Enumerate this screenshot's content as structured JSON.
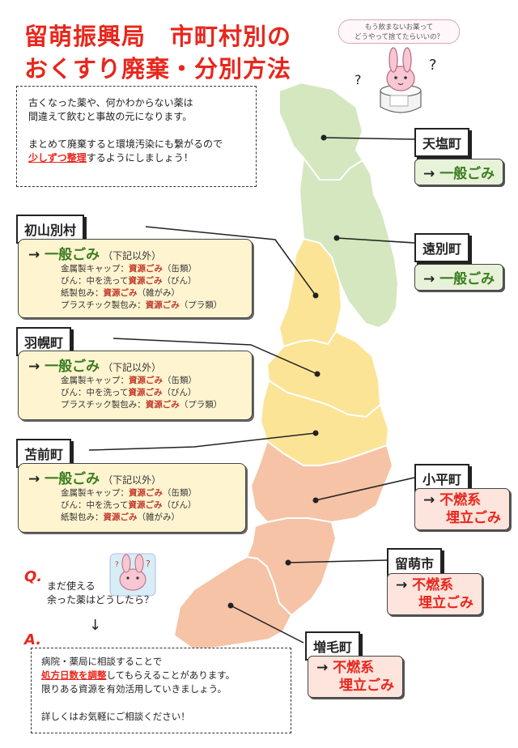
{
  "header": {
    "title_line1": "留萌振興局　市町村別の",
    "title_line2": "おくすり廃棄・分別方法"
  },
  "bubble": {
    "line1": "もう飲まないお薬って",
    "line2": "どうやって捨てたらいいの？"
  },
  "intro": {
    "line1": "古くなった薬や、何かわからない薬は",
    "line2": "間違えて飲むと事故の元になります。",
    "line3": "まとめて廃棄すると環境汚染にも繋がるので",
    "line4_highlight": "少しずつ整理",
    "line4_rest": "するようにしましょう！"
  },
  "arrow_symbol": "→",
  "towns": {
    "teshio": {
      "name": "天塩町",
      "result": "一般ごみ"
    },
    "enbetsu": {
      "name": "遠別町",
      "result": "一般ごみ"
    },
    "shosanbetsu": {
      "name": "初山別村",
      "result": "一般ごみ",
      "note": "（下記以外）",
      "rows": [
        {
          "label": "金属製キャップ：",
          "hl": "資源ごみ",
          "tail": "（缶類）"
        },
        {
          "label": "びん：中を洗って",
          "hl": "資源ごみ",
          "tail": "（びん）"
        },
        {
          "label": "紙製包み：",
          "hl": "資源ごみ",
          "tail": "（雑がみ）"
        },
        {
          "label": "プラスチック製包み：",
          "hl": "資源ごみ",
          "tail": "（プラ類）"
        }
      ]
    },
    "haboro": {
      "name": "羽幌町",
      "result": "一般ごみ",
      "note": "（下記以外）",
      "rows": [
        {
          "label": "金属製キャップ：",
          "hl": "資源ごみ",
          "tail": "（缶類）"
        },
        {
          "label": "びん：中を洗って",
          "hl": "資源ごみ",
          "tail": "（びん）"
        },
        {
          "label": "プラスチック製包み：",
          "hl": "資源ごみ",
          "tail": "（プラ類）"
        }
      ]
    },
    "tomamae": {
      "name": "苫前町",
      "result": "一般ごみ",
      "note": "（下記以外）",
      "rows": [
        {
          "label": "金属製キャップ：",
          "hl": "資源ごみ",
          "tail": "（缶類）"
        },
        {
          "label": "びん：中を洗って",
          "hl": "資源ごみ",
          "tail": "（びん）"
        },
        {
          "label": "紙製包み：",
          "hl": "資源ごみ",
          "tail": "（雑がみ）"
        }
      ]
    },
    "obira": {
      "name": "小平町",
      "result_line1": "不燃系",
      "result_line2": "埋立ごみ"
    },
    "rumoi": {
      "name": "留萌市",
      "result_line1": "不燃系",
      "result_line2": "埋立ごみ"
    },
    "mashike": {
      "name": "増毛町",
      "result_line1": "不燃系",
      "result_line2": "埋立ごみ"
    }
  },
  "qa": {
    "q_label": "Q.",
    "q_line1": "まだ使える",
    "q_line2": "余った薬はどうしたら？",
    "down_arrow": "↓",
    "a_label": "A.",
    "a_line1": "病院・薬局に相談することで",
    "a_line2_highlight": "処方日数を調整",
    "a_line2_rest": "してもらえることがあります。",
    "a_line3": "限りある資源を有効活用していきましょう。",
    "a_line4": "詳しくはお気軽にご相談ください！"
  },
  "colors": {
    "title_red": "#e8261c",
    "map_green": "#d4e7bf",
    "map_yellow": "#fce497",
    "map_orange": "#f6c3a6",
    "result_green": "#3a7d1e"
  }
}
